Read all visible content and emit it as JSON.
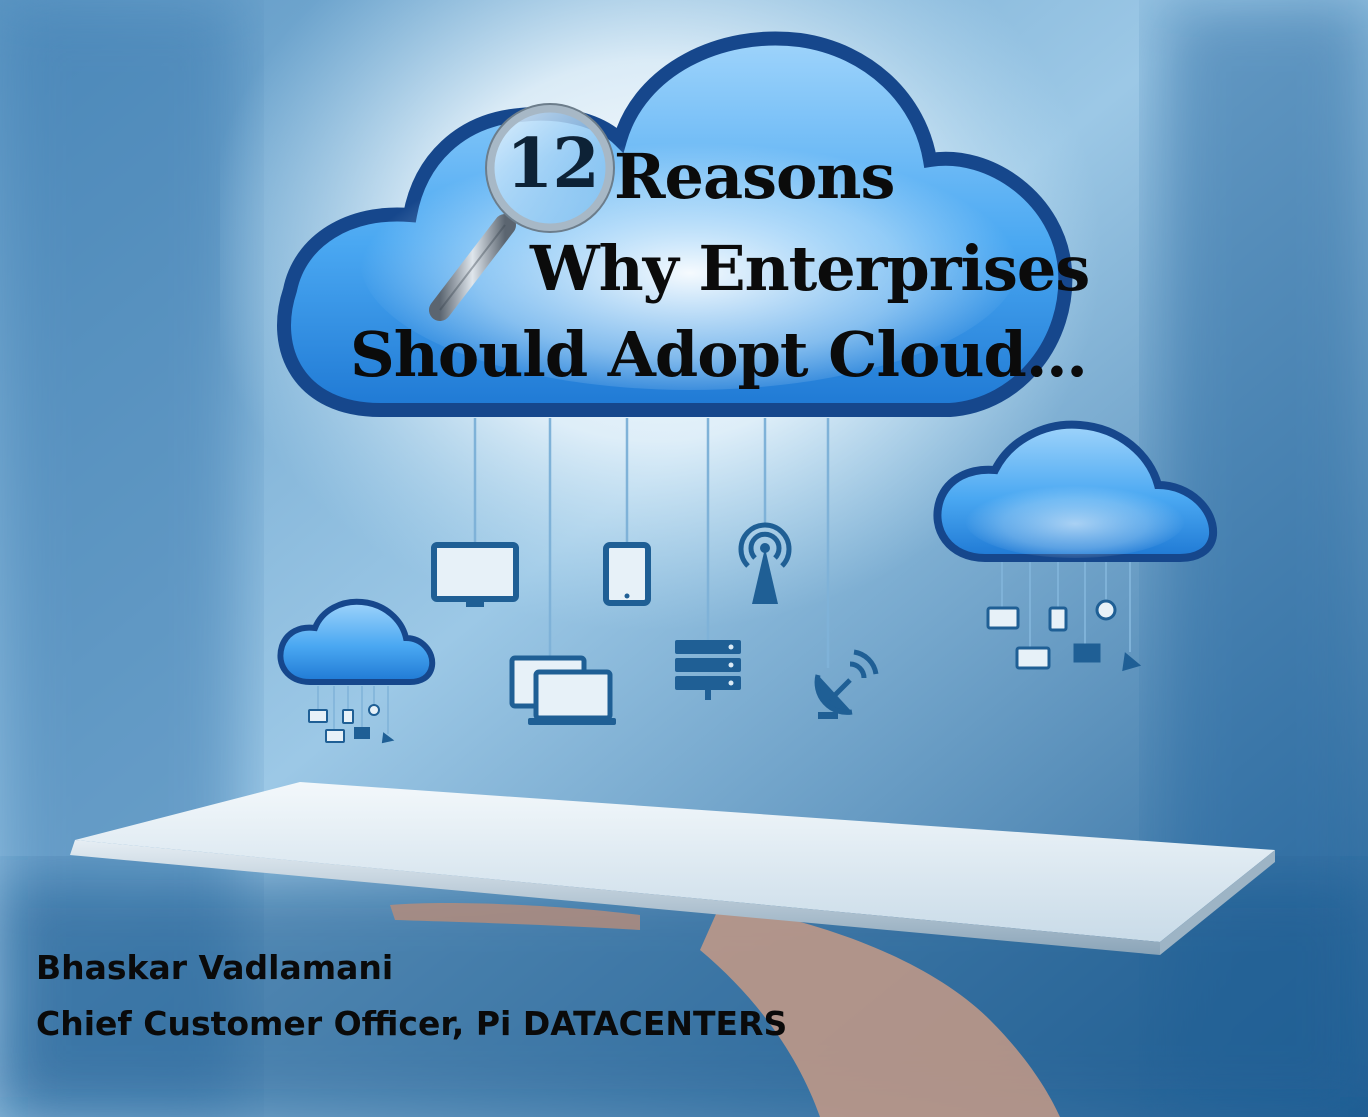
{
  "title": {
    "number": "12",
    "line1": "Reasons",
    "line2": "Why Enterprises",
    "line3": "Should Adopt Cloud…"
  },
  "author": {
    "name": "Bhaskar Vadlamani",
    "role": "Chief Customer Officer, Pi DATACENTERS"
  },
  "colors": {
    "cloud_outline": "#16478c",
    "cloud_fill": "#3f9ef0",
    "background": "#2c6fa8",
    "text": "#0b0b0b"
  },
  "icons": [
    "cloud-icon",
    "magnifier-icon",
    "monitor-icon",
    "tablet-icon",
    "antenna-icon",
    "laptop-icon",
    "server-icon",
    "satellite-dish-icon"
  ]
}
